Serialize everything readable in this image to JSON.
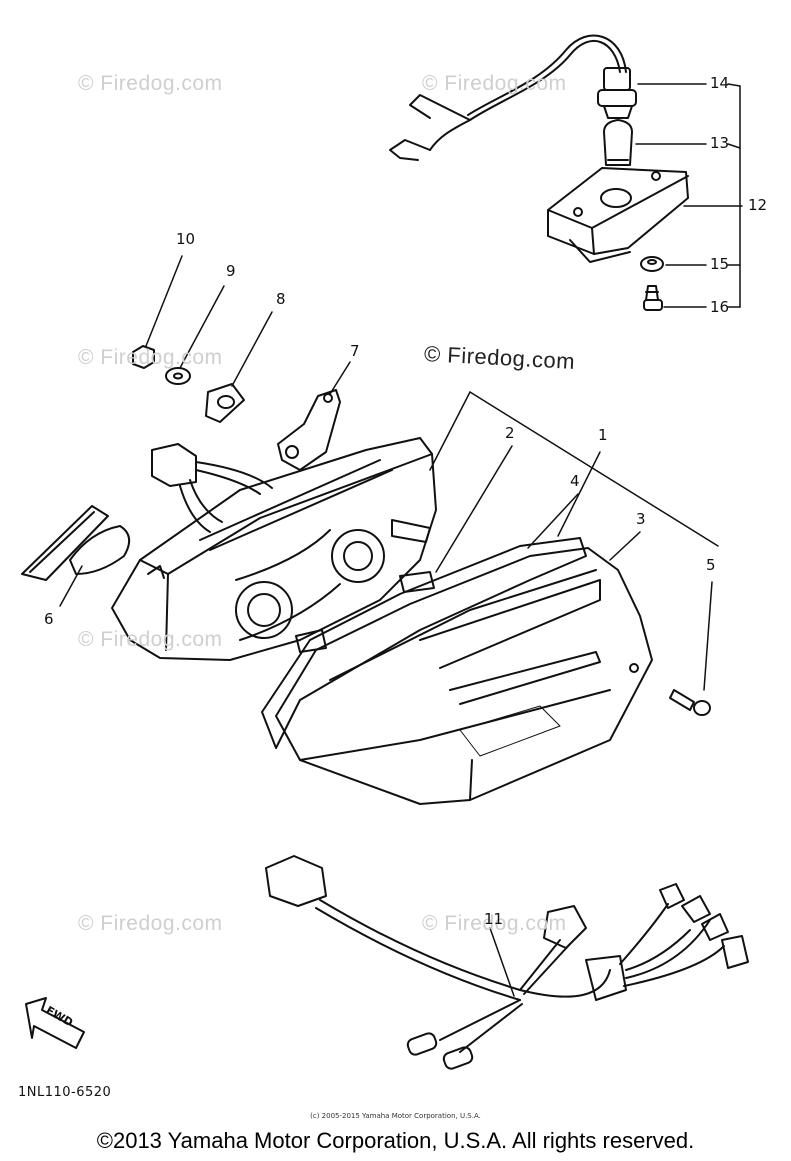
{
  "watermarks": {
    "site": "© Firedog.com",
    "center": "© Firedog.com"
  },
  "callouts": [
    "1",
    "2",
    "3",
    "4",
    "5",
    "6",
    "7",
    "8",
    "9",
    "10",
    "11",
    "12",
    "13",
    "14",
    "15",
    "16"
  ],
  "fwd_label": "FWD",
  "part_code": "1NL110-6520",
  "fine_print": "(c) 2005-2015 Yamaha Motor Corporation, U.S.A.",
  "copyright": "©2013 Yamaha Motor Corporation, U.S.A. All rights reserved."
}
